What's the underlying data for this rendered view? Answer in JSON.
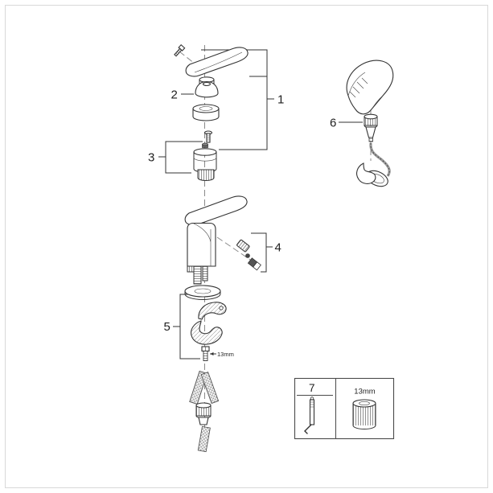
{
  "page": {
    "background_color": "#ffffff",
    "frame_color": "#d9d9d9",
    "line_color": "#333333"
  },
  "diagram": {
    "kind": "exploded-parts-diagram",
    "subject": "single-lever-basin-mixer-with-hand-shower",
    "callouts": [
      {
        "label": "1",
        "points_to": "handle-assembly"
      },
      {
        "label": "2",
        "points_to": "dome-cap"
      },
      {
        "label": "3",
        "points_to": "cartridge-assembly"
      },
      {
        "label": "4",
        "points_to": "check-valves"
      },
      {
        "label": "5",
        "points_to": "mounting-hardware"
      },
      {
        "label": "6",
        "points_to": "hand-shower-connector"
      },
      {
        "label": "7",
        "points_to": "installation-tool"
      }
    ],
    "annotations": {
      "mounting_bolt_wrench_size": "13mm",
      "legend_wrench_size": "13mm"
    },
    "parts": [
      "handle-screw",
      "lever-handle",
      "dome-cap",
      "escutcheon-ring",
      "cartridge-screw",
      "cartridge",
      "faucet-body",
      "aerator",
      "threaded-shanks",
      "check-valves",
      "base-flange",
      "hook-washer",
      "mounting-bracket",
      "mounting-bolt",
      "supply-hoses",
      "hose-connector",
      "hand-shower",
      "shower-connector",
      "shower-hose",
      "wall-holder",
      "installation-tool",
      "hex-nut"
    ]
  }
}
